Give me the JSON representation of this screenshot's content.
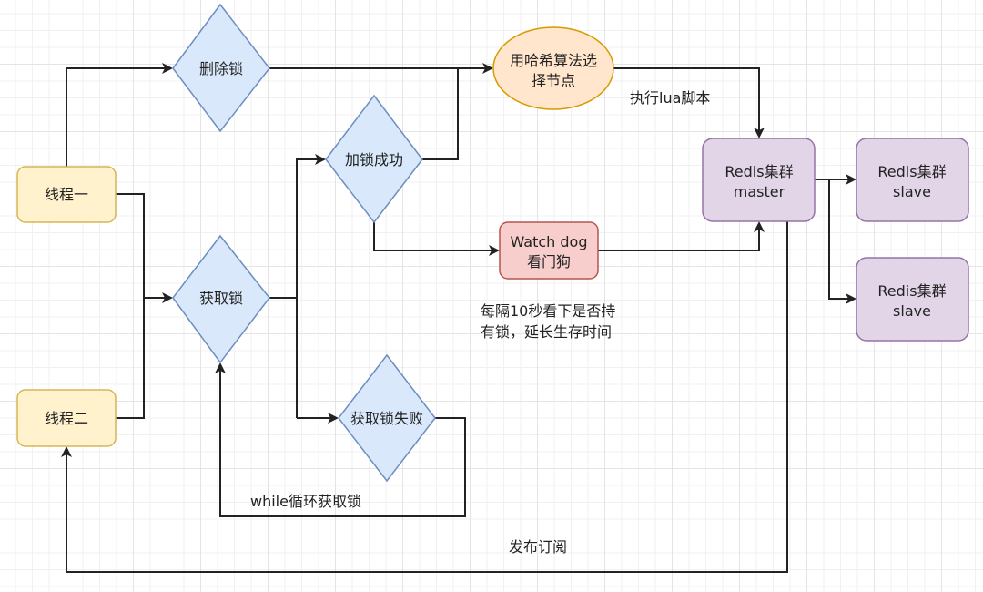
{
  "colors": {
    "thread_fill": "#fff2cc",
    "thread_stroke": "#d6b656",
    "decision_fill": "#dae8fc",
    "decision_stroke": "#6c8ebf",
    "hash_fill": "#ffe6cc",
    "hash_stroke": "#d79b00",
    "watchdog_fill": "#f8cecc",
    "watchdog_stroke": "#b85450",
    "redis_fill": "#e1d5e7",
    "redis_stroke": "#9673a6",
    "edge": "#222222"
  },
  "nodes": {
    "thread1": {
      "label": [
        "线程一"
      ]
    },
    "thread2": {
      "label": [
        "线程二"
      ]
    },
    "delete_lock": {
      "label": [
        "删除锁"
      ]
    },
    "acquire_lock": {
      "label": [
        "获取锁"
      ]
    },
    "lock_success": {
      "label": [
        "加锁成功"
      ]
    },
    "lock_fail": {
      "label": [
        "获取锁失败"
      ]
    },
    "hash_select": {
      "label": [
        "用哈希算法选",
        "择节点"
      ]
    },
    "watchdog": {
      "label": [
        "Watch dog",
        "看门狗"
      ]
    },
    "redis_master": {
      "label": [
        "Redis集群",
        "master"
      ]
    },
    "redis_slave1": {
      "label": [
        "Redis集群",
        "slave"
      ]
    },
    "redis_slave2": {
      "label": [
        "Redis集群",
        "slave"
      ]
    }
  },
  "edge_labels": {
    "lua": "执行lua脚本",
    "watchdog_note": [
      "每隔10秒看下是否持",
      "有锁，延长生存时间"
    ],
    "while_loop": "while循环获取锁",
    "pubsub": "发布订阅"
  }
}
